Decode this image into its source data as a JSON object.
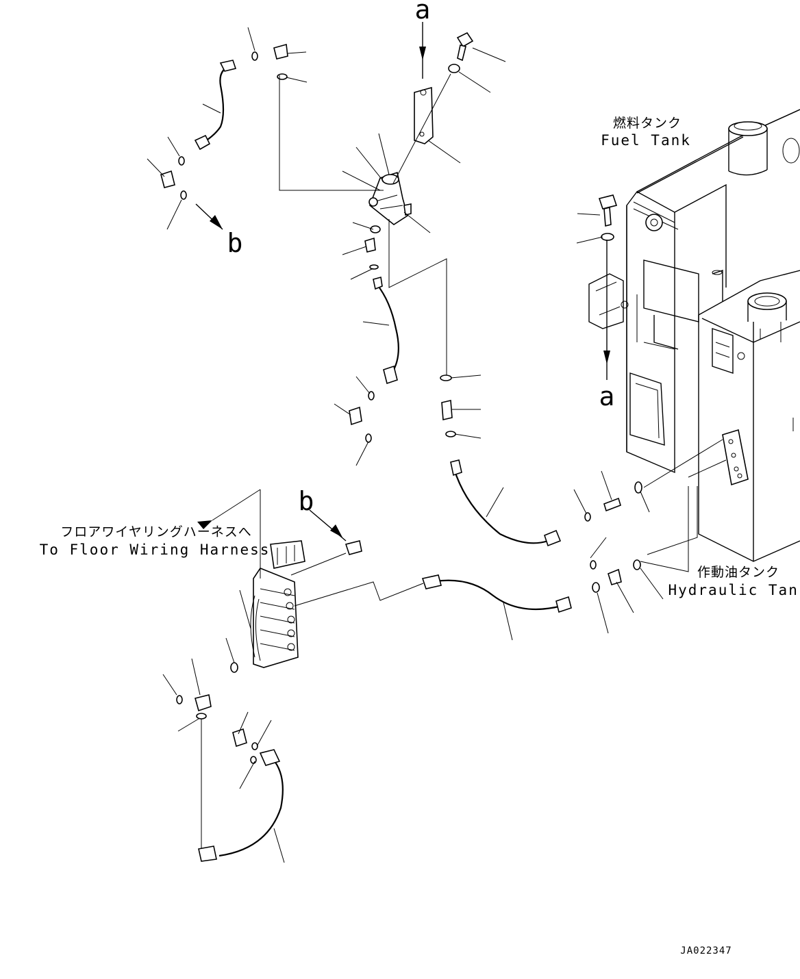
{
  "labels": {
    "fuel_tank_jp": "燃料タンク",
    "fuel_tank_en": "Fuel Tank",
    "hydraulic_tank_jp": "作動油タンク",
    "hydraulic_tank_en": "Hydraulic Tank",
    "floor_harness_jp": "フロアワイヤリングハーネスへ",
    "floor_harness_en": "To Floor Wiring Harness"
  },
  "refs": {
    "a_top": "a",
    "a_bottom": "a",
    "b_left": "b",
    "b_center": "b"
  },
  "drawing_code": "JA022347"
}
